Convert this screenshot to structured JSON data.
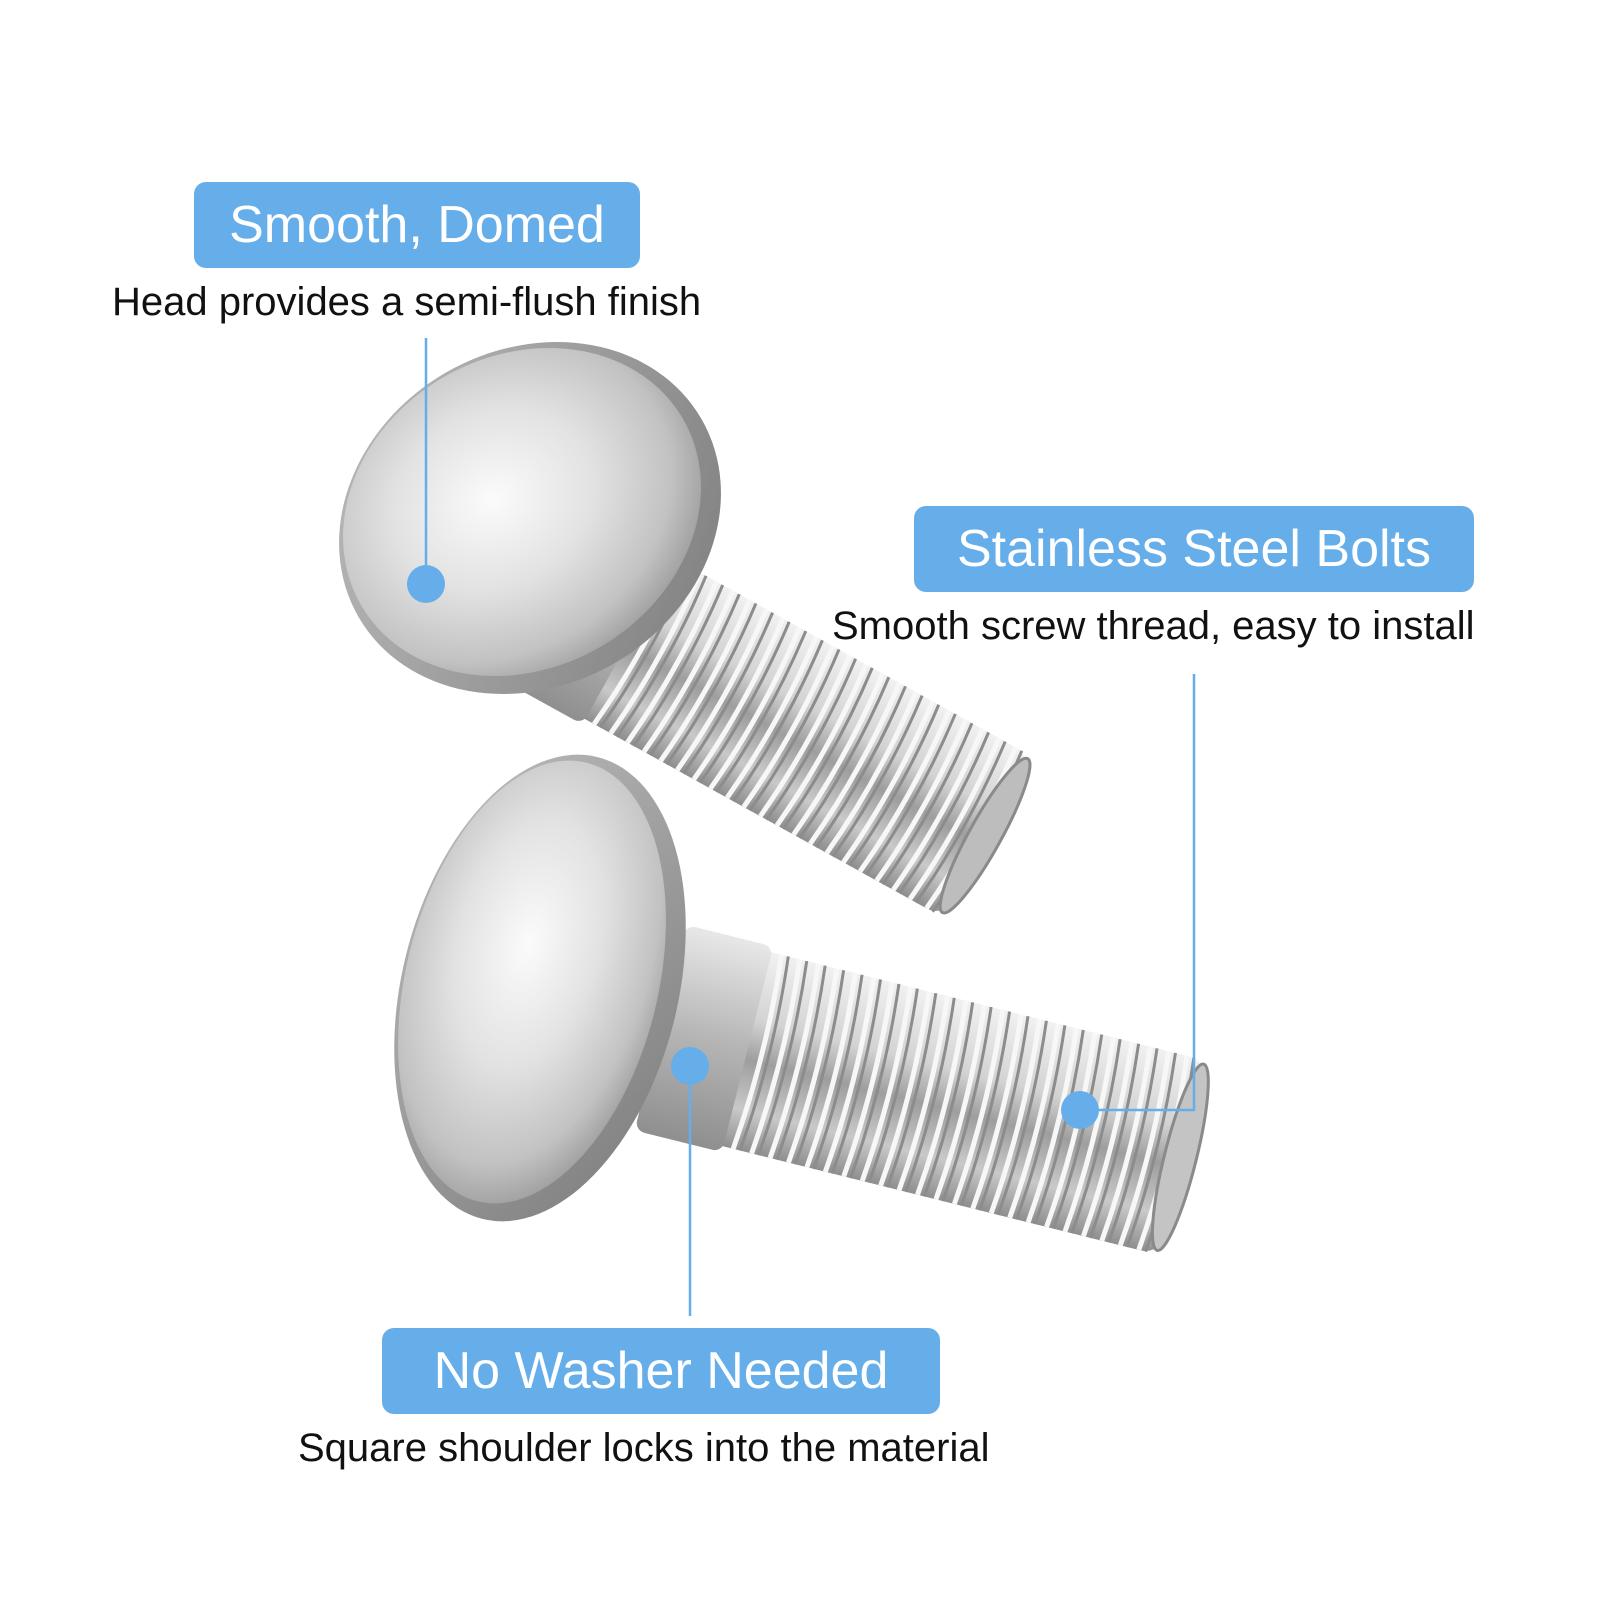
{
  "accent_color": "#66aee9",
  "callouts": {
    "head": {
      "title": "Smooth, Domed",
      "caption": "Head provides a semi-flush finish"
    },
    "steel": {
      "title": "Stainless Steel Bolts",
      "caption": "Smooth screw thread, easy to install"
    },
    "washer": {
      "title": "No Washer Needed",
      "caption": "Square shoulder locks into the material"
    }
  },
  "image": {
    "subject": "two stainless steel carriage bolts with domed heads"
  }
}
